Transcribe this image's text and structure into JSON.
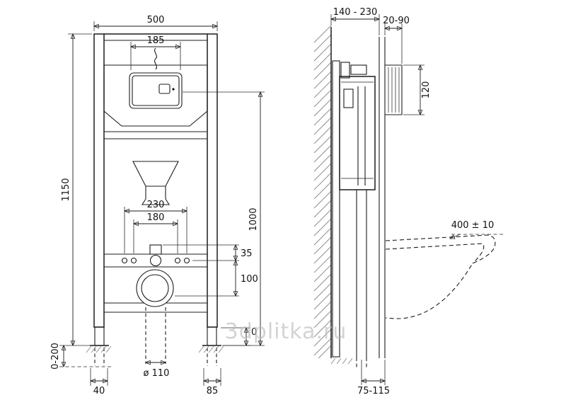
{
  "watermark": "3dplitka.ru",
  "front_view": {
    "dims": {
      "total_width": "500",
      "plate_width": "185",
      "frame_height": "1150",
      "flush_center_height": "1000",
      "fixing_spacing_outer": "230",
      "fixing_spacing_inner": "180",
      "inlet_offset": "35",
      "drain_center_offset": "100",
      "leg_adjustment": "0-200",
      "drain_pipe_diameter": "ø 110",
      "left_foot_offset": "40",
      "right_foot_offset": "85",
      "floor_reference": "0"
    }
  },
  "side_view": {
    "dims": {
      "frame_depth": "140 - 230",
      "finish_thickness": "20-90",
      "plate_height": "120",
      "bowl_height": "400 ± 10",
      "outlet_distance": "75-115"
    }
  }
}
